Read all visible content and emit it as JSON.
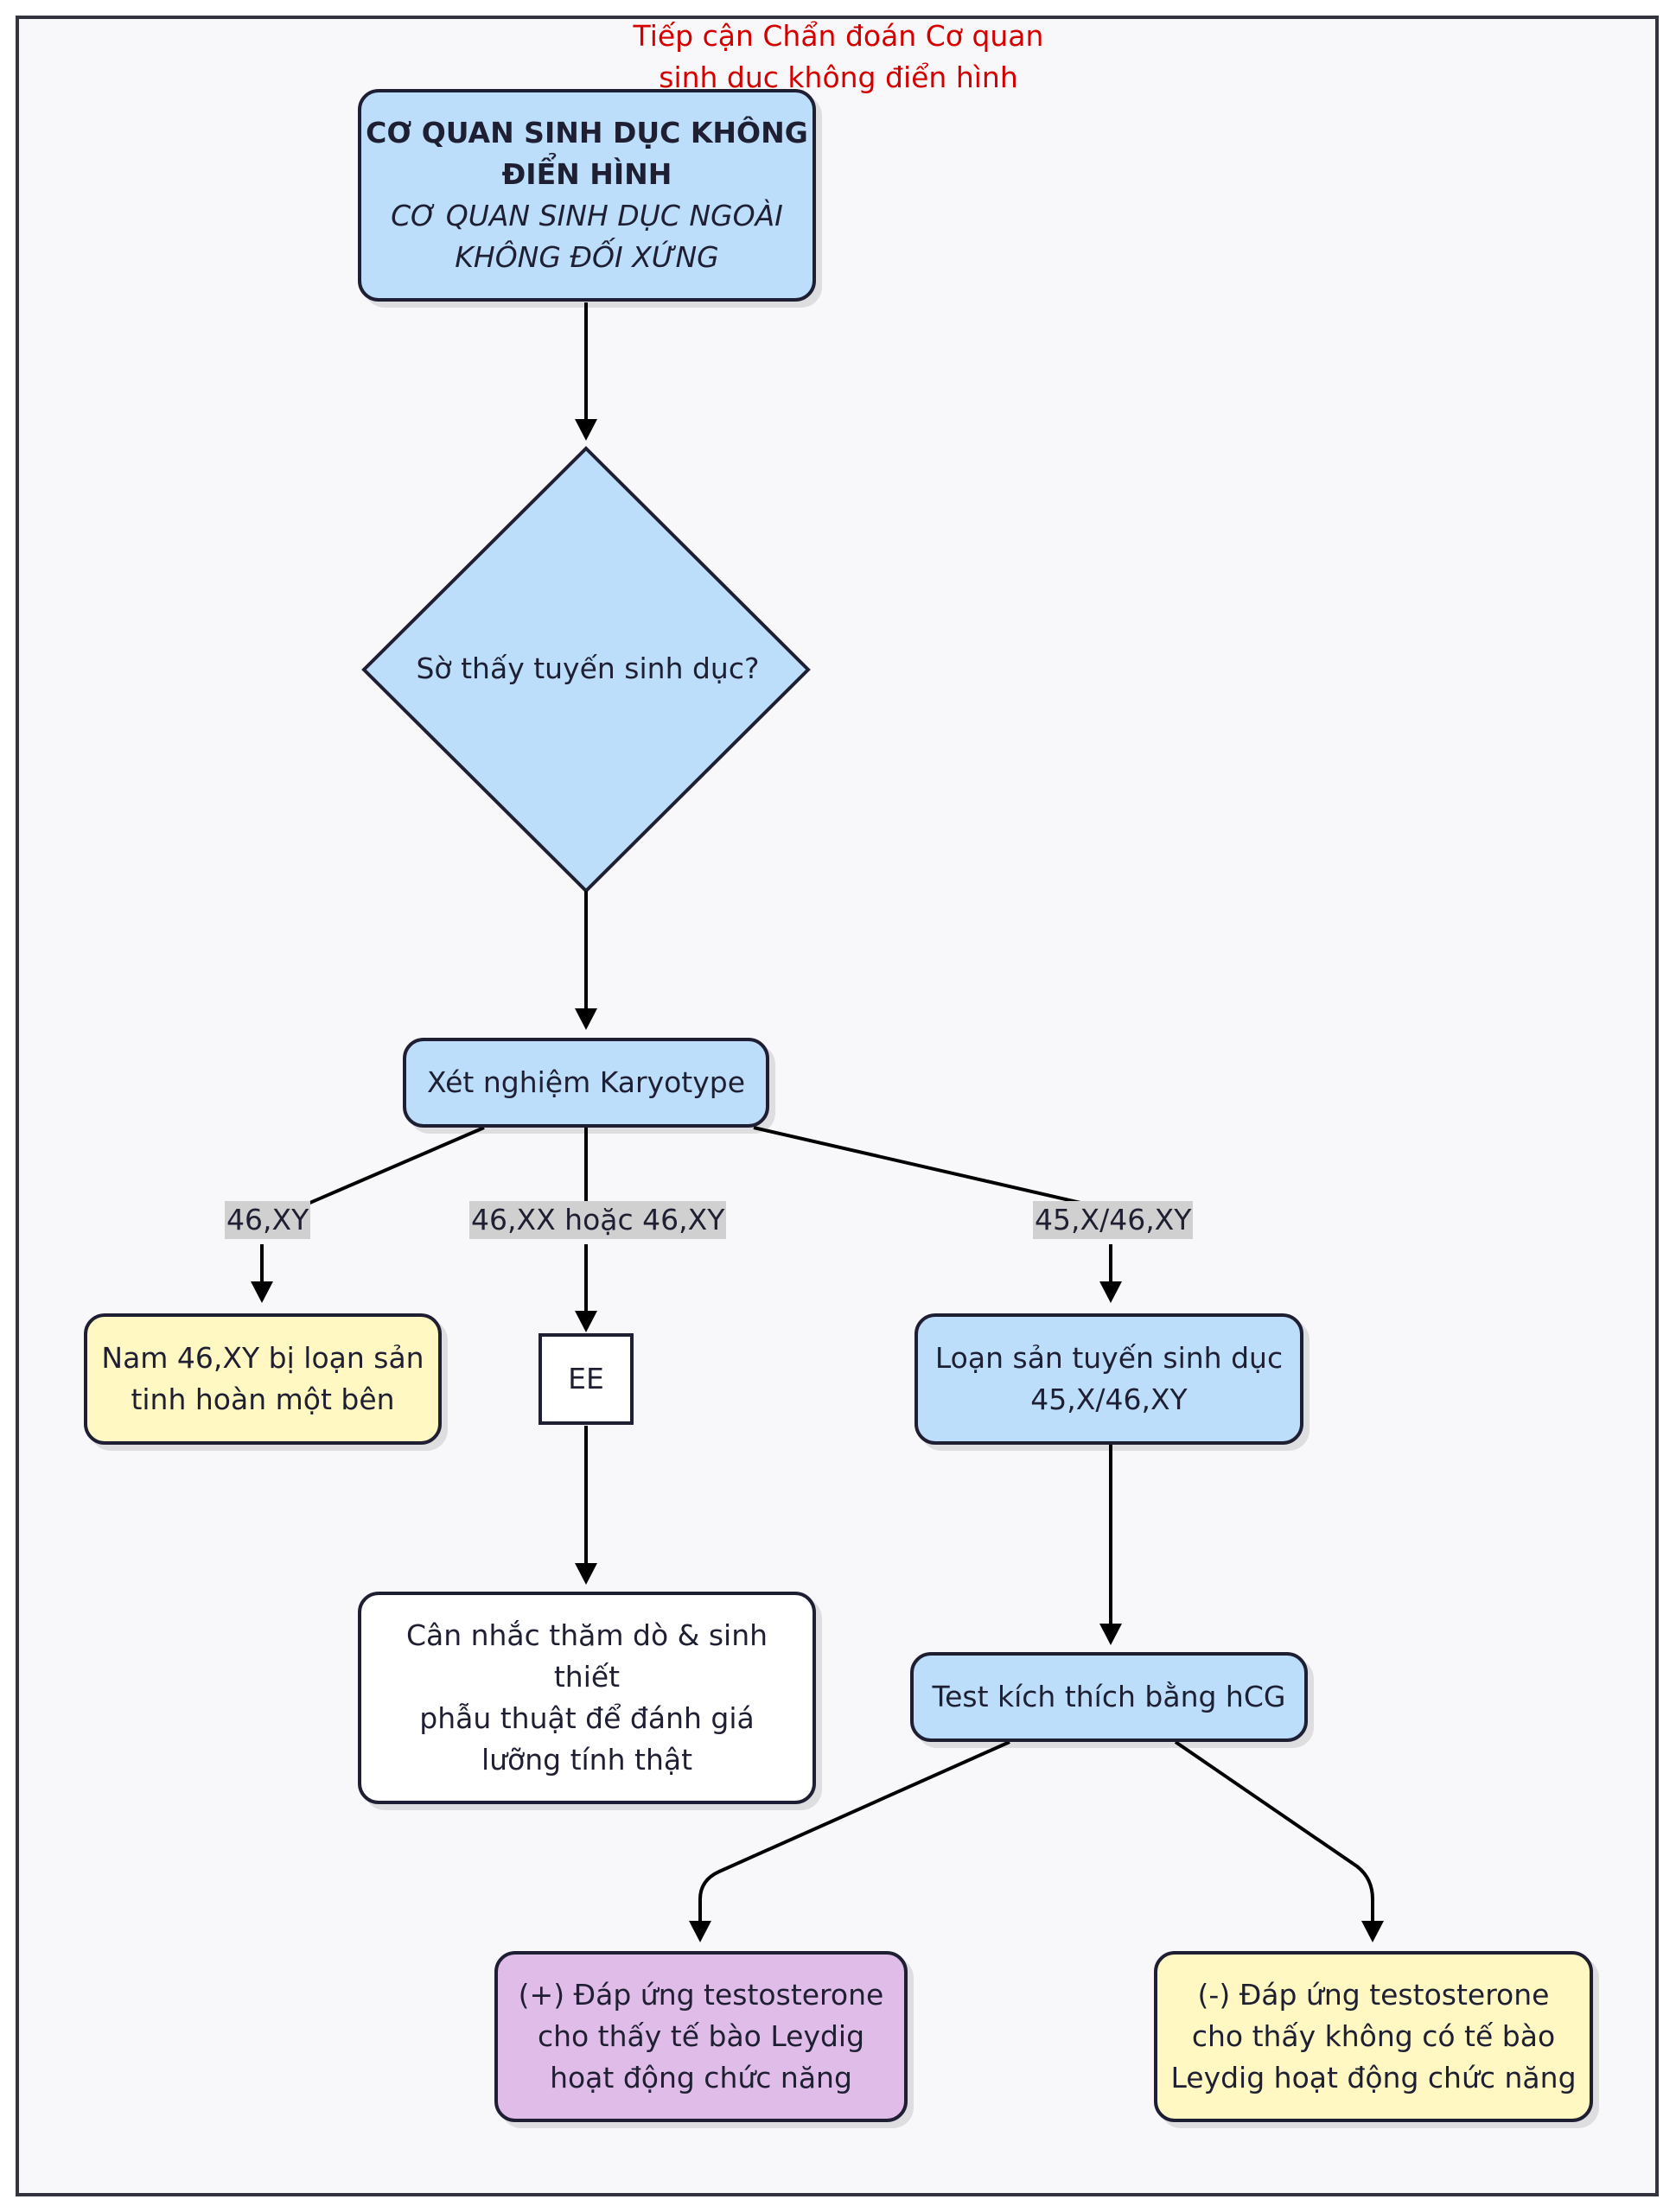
{
  "title": {
    "line1": "Tiếp cận Chẩn đoán Cơ quan",
    "line2": "sinh dục không điển hình"
  },
  "nodes": {
    "start": {
      "line1": "CƠ QUAN SINH DỤC KHÔNG",
      "line2": "ĐIỂN HÌNH",
      "line3": "CƠ QUAN SINH DỤC NGOÀI",
      "line4": "KHÔNG ĐỐI XỨNG"
    },
    "decision": "Sờ thấy tuyến sinh dục?",
    "karyotype": "Xét nghiệm Karyotype",
    "male_46xy": {
      "line1": "Nam 46,XY bị loạn sản",
      "line2": "tinh hoàn một bên"
    },
    "ee": "EE",
    "gonadal_dysgenesis": {
      "line1": "Loạn sản tuyến sinh dục",
      "line2": "45,X/46,XY"
    },
    "exploration": {
      "line1": "Cân nhắc thăm dò & sinh",
      "line2": "thiết",
      "line3": "phẫu thuật để đánh giá",
      "line4": "lưỡng tính thật"
    },
    "hcg_test": "Test kích thích bằng hCG",
    "positive": {
      "line1": "(+) Đáp ứng testosterone",
      "line2": "cho thấy tế bào Leydig",
      "line3": "hoạt động chức năng"
    },
    "negative": {
      "line1": "(-) Đáp ứng testosterone",
      "line2": "cho thấy không có tế bào",
      "line3": "Leydig hoạt động chức năng"
    }
  },
  "edge_labels": {
    "e1": "46,XY",
    "e2": "46,XX hoặc 46,XY",
    "e3": "45,X/46,XY"
  },
  "colors": {
    "blue": "#bddefa",
    "yellow": "#fff8c2",
    "purple": "#e0bde8",
    "stroke": "#1f1f33",
    "title": "#d40000",
    "label_bg": "#d0d0d0"
  }
}
